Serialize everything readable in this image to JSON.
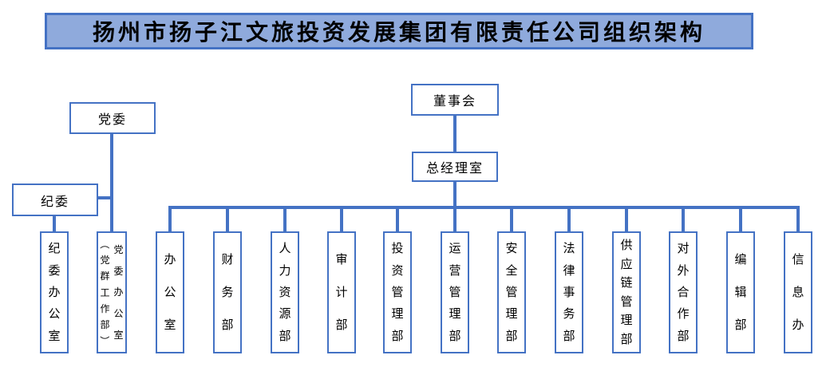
{
  "title": "扬州市扬子江文旅投资发展集团有限责任公司组织架构",
  "colors": {
    "line": "#4472C4",
    "banner_fill": "#8FAADC",
    "banner_border": "#4472C4",
    "box_border": "#4472C4",
    "text": "#000000"
  },
  "nodes": {
    "board": "董事会",
    "gm_office": "总经理室",
    "party_committee": "党委",
    "discipline_committee": "纪委"
  },
  "left_departments": {
    "discipline_office": "纪委办公室",
    "party_office_main": "党委办公室",
    "party_office_sub": "（党群工作部）"
  },
  "departments": [
    "办公室",
    "财务部",
    "人力资源部",
    "审计部",
    "投资管理部",
    "运营管理部",
    "安全管理部",
    "法律事务部",
    "供应链管理部",
    "对外合作部",
    "编辑部",
    "信息办"
  ]
}
